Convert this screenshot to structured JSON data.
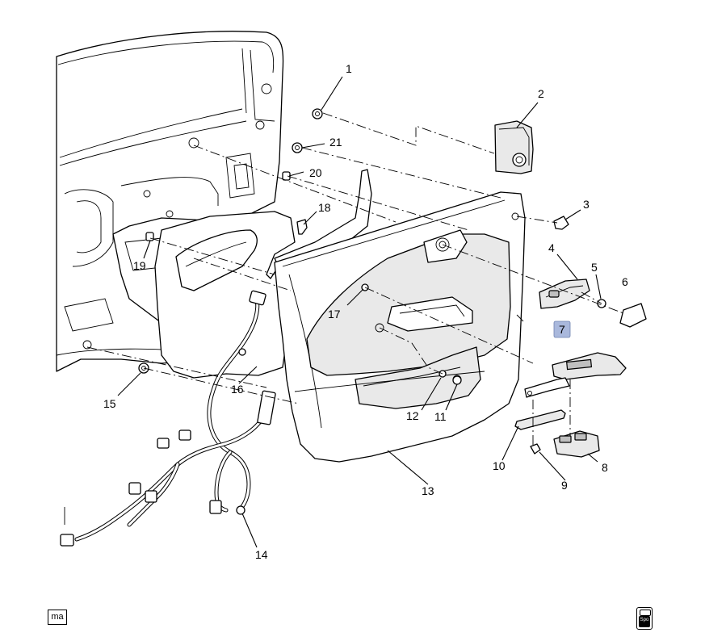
{
  "callouts": [
    {
      "id": "1",
      "label": "1"
    },
    {
      "id": "2",
      "label": "2"
    },
    {
      "id": "3",
      "label": "3"
    },
    {
      "id": "4",
      "label": "4"
    },
    {
      "id": "5",
      "label": "5"
    },
    {
      "id": "6",
      "label": "6"
    },
    {
      "id": "7",
      "label": "7",
      "highlighted": true
    },
    {
      "id": "8",
      "label": "8"
    },
    {
      "id": "9",
      "label": "9"
    },
    {
      "id": "10",
      "label": "10"
    },
    {
      "id": "11",
      "label": "11"
    },
    {
      "id": "12",
      "label": "12"
    },
    {
      "id": "13",
      "label": "13"
    },
    {
      "id": "14",
      "label": "14"
    },
    {
      "id": "15",
      "label": "15"
    },
    {
      "id": "16",
      "label": "16"
    },
    {
      "id": "17",
      "label": "17"
    },
    {
      "id": "18",
      "label": "18"
    },
    {
      "id": "19",
      "label": "19"
    },
    {
      "id": "20",
      "label": "20"
    },
    {
      "id": "21",
      "label": "21"
    }
  ],
  "highlight_color": "#a9b8dc",
  "footer": {
    "left_badge": "ma",
    "right_icon": "spo-icon"
  }
}
